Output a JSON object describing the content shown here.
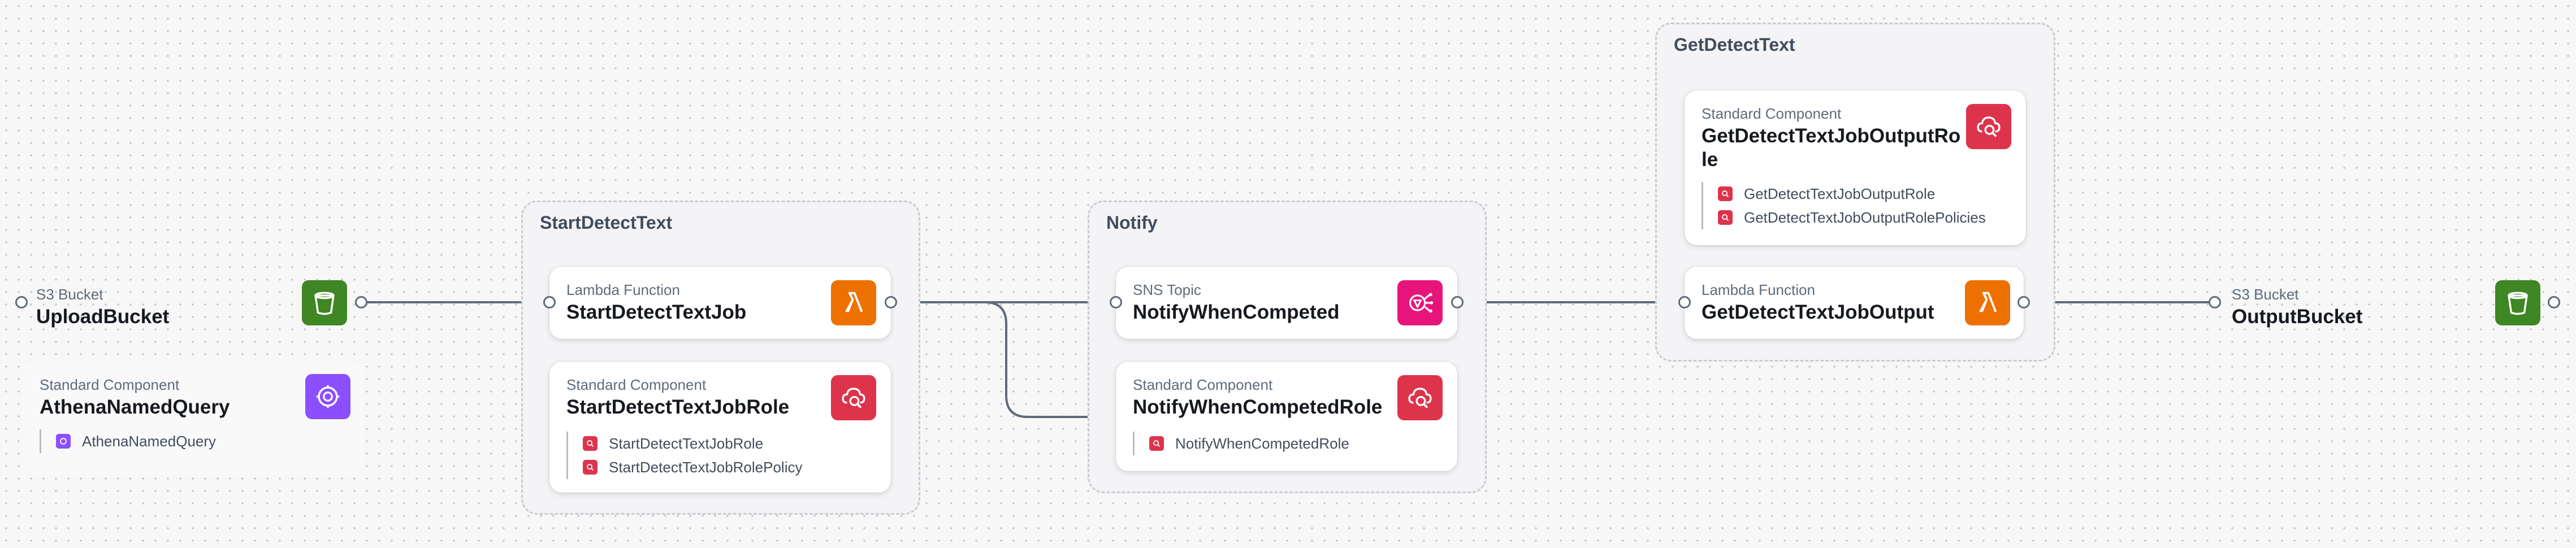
{
  "groups": {
    "start": {
      "title": "StartDetectText"
    },
    "notify": {
      "title": "Notify"
    },
    "get": {
      "title": "GetDetectText"
    }
  },
  "nodes": {
    "upload_bucket": {
      "type": "S3 Bucket",
      "name": "UploadBucket",
      "icon": "s3-bucket-icon",
      "color": "#3f8624"
    },
    "athena": {
      "type": "Standard Component",
      "name": "AthenaNamedQuery",
      "icon": "athena-icon",
      "color": "#8c4fff",
      "children": [
        "AthenaNamedQuery"
      ]
    },
    "start_job": {
      "type": "Lambda Function",
      "name": "StartDetectTextJob",
      "icon": "lambda-icon",
      "color": "#ed7100"
    },
    "start_role": {
      "type": "Standard Component",
      "name": "StartDetectTextJobRole",
      "icon": "iam-role-icon",
      "color": "#dd344c",
      "children": [
        "StartDetectTextJobRole",
        "StartDetectTextJobRolePolicy"
      ]
    },
    "notify_topic": {
      "type": "SNS Topic",
      "name": "NotifyWhenCompeted",
      "icon": "sns-topic-icon",
      "color": "#e7157b"
    },
    "notify_role": {
      "type": "Standard Component",
      "name": "NotifyWhenCompetedRole",
      "icon": "iam-role-icon",
      "color": "#dd344c",
      "children": [
        "NotifyWhenCompetedRole"
      ]
    },
    "get_role": {
      "type": "Standard Component",
      "name_line1": "GetDetectTextJobOutputRo",
      "name_line2": "le",
      "icon": "iam-role-icon",
      "color": "#dd344c",
      "children": [
        "GetDetectTextJobOutputRole",
        "GetDetectTextJobOutputRolePolicies"
      ]
    },
    "get_output": {
      "type": "Lambda Function",
      "name": "GetDetectTextJobOutput",
      "icon": "lambda-icon",
      "color": "#ed7100"
    },
    "output_bucket": {
      "type": "S3 Bucket",
      "name": "OutputBucket",
      "icon": "s3-bucket-icon",
      "color": "#3f8624"
    }
  }
}
